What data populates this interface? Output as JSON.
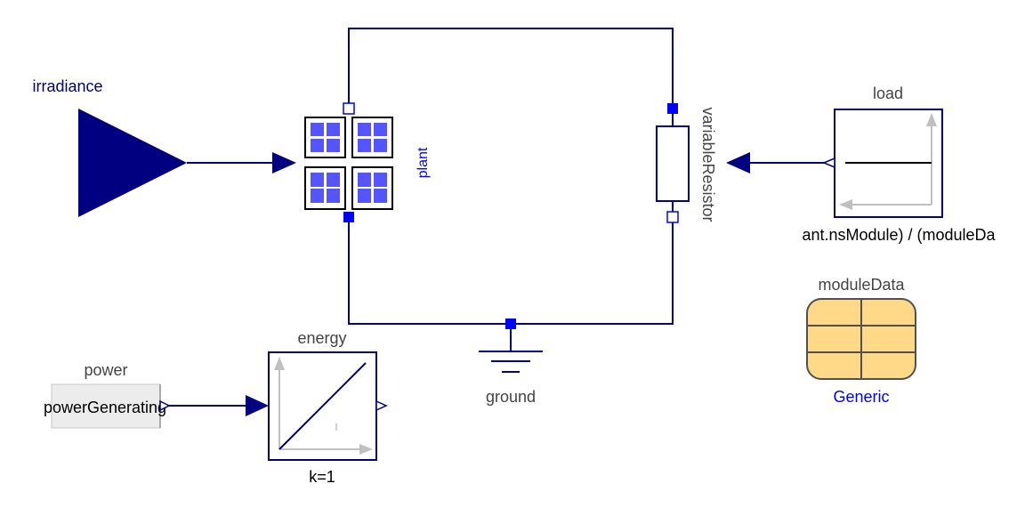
{
  "colors": {
    "wire": "#0000aa",
    "signal": "#000080",
    "blue_text": "#0000ff",
    "grey_text": "#444444",
    "panel_fill": "#5555ff",
    "module_fill": "#ffd987"
  },
  "blocks": {
    "irradiance": {
      "label": "irradiance"
    },
    "plant": {
      "label": "plant"
    },
    "variable_resistor": {
      "label": "variableResistor"
    },
    "load": {
      "label": "load",
      "param": "ant.nsModule) / (moduleDa"
    },
    "module_data": {
      "label": "moduleData",
      "type": "Generic"
    },
    "energy": {
      "label": "energy",
      "param": "k=1"
    },
    "power": {
      "label": "power",
      "value": "powerGenerating"
    },
    "ground": {
      "label": "ground"
    }
  }
}
